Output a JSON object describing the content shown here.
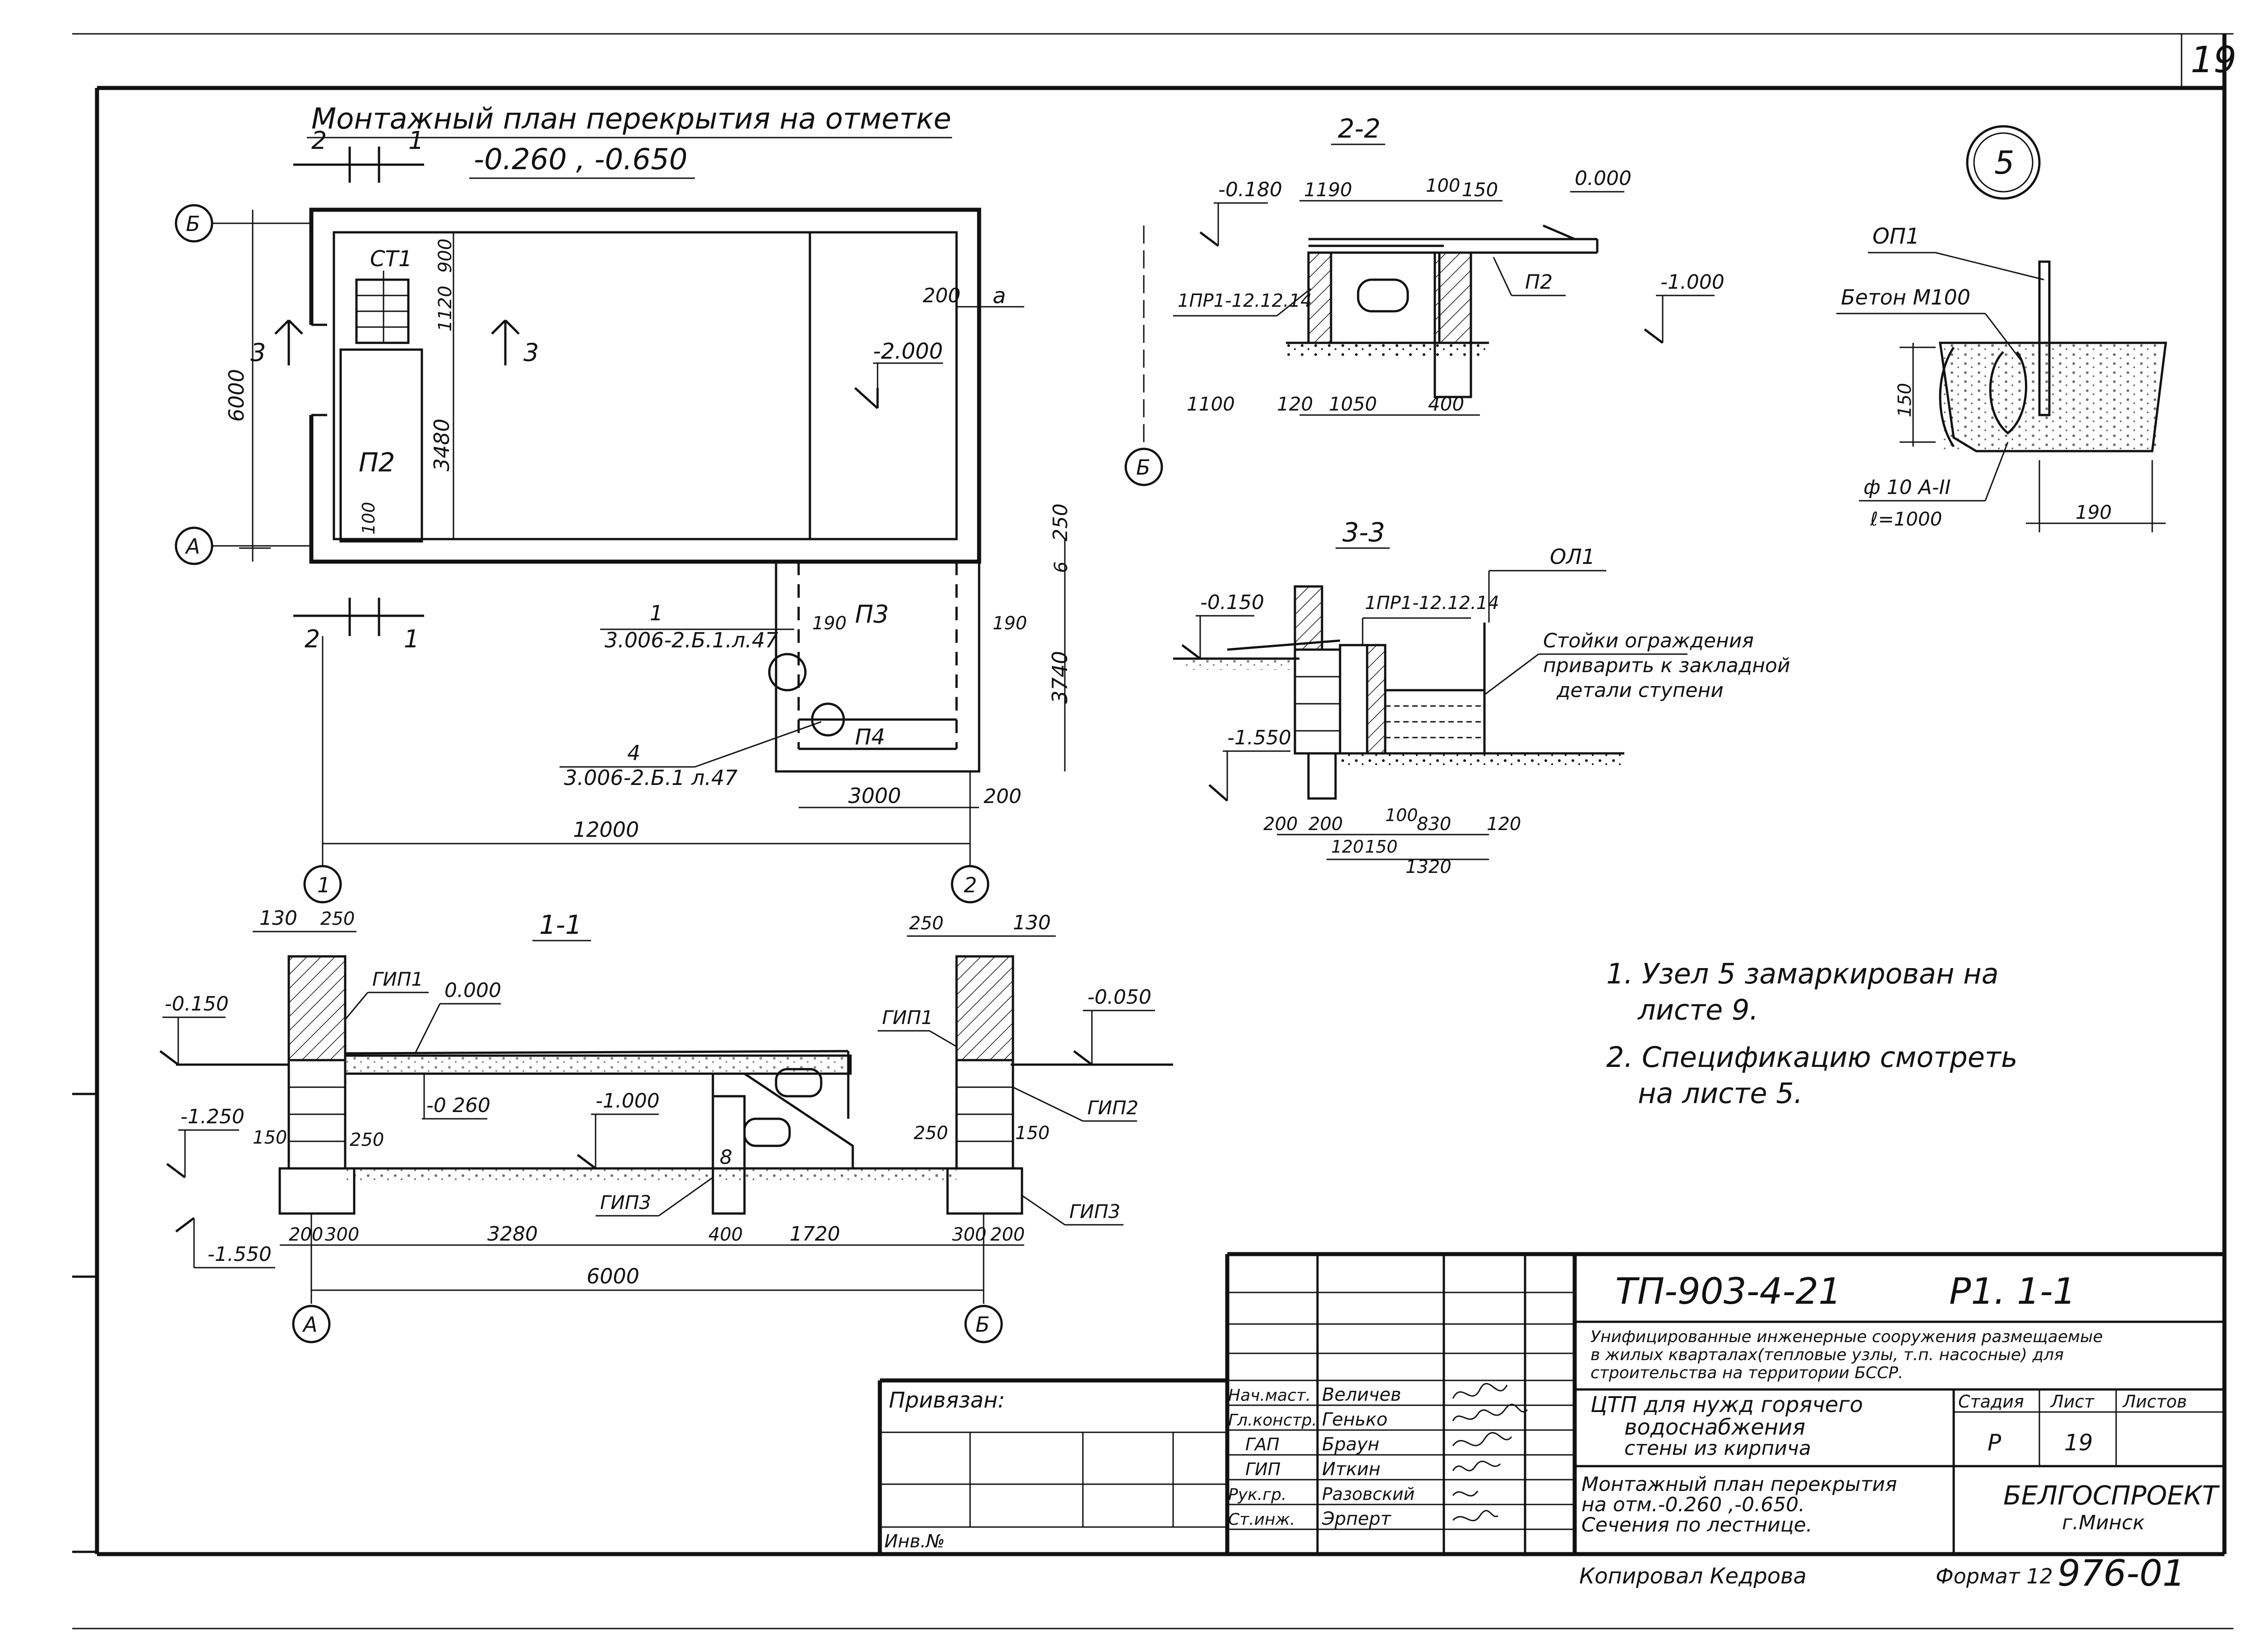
{
  "sheet": {
    "number": "19"
  },
  "plan": {
    "title": "Монтажный план перекрытия на отметке",
    "marks": "-0.260 , -0.650",
    "axes": {
      "b": "Б",
      "a": "А",
      "one": "1",
      "two": "2"
    },
    "section_labels": {
      "s2": "2",
      "s1": "1",
      "s3": "3"
    },
    "elements": {
      "st1": "СТ1",
      "p2": "П2",
      "p3": "П3",
      "p4": "П4"
    },
    "dims": {
      "d6000": "6000",
      "d3480": "3480",
      "d900": "900",
      "d1120": "1120",
      "d100": "100",
      "d200": "200",
      "da": "а",
      "d250": "250",
      "d6": "6",
      "d3740": "3740",
      "d190a": "190",
      "d190b": "190",
      "d3000": "3000",
      "d200b": "200",
      "d12000": "12000"
    },
    "elev_m2000": "-2.000",
    "callout1": {
      "num": "1",
      "ref": "3.006-2.Б.1.л.47"
    },
    "callout4": {
      "num": "4",
      "ref": "3.006-2.Б.1 л.47"
    }
  },
  "section22": {
    "title": "2-2",
    "elev_m0180": "-0.180",
    "elev_0000": "0.000",
    "elev_m1000": "-1.000",
    "dims": {
      "d1190": "1190",
      "d100": "100",
      "d150": "150",
      "d1100": "1100",
      "d120": "120",
      "d1050": "1050",
      "d400": "400"
    },
    "label_pr": "1ПР1-12.12.14",
    "label_p2": "П2",
    "axis": "Б"
  },
  "node5": {
    "circle": "5",
    "op1": "ОП1",
    "beton": "Бетон М100",
    "d150": "150",
    "rebar": "ф 10 А-II",
    "length": "ℓ=1000",
    "d190": "190"
  },
  "section33": {
    "title": "3-3",
    "elev_m0150": "-0.150",
    "elev_m1550": "-1.550",
    "label_pr": "1ПР1-12.12.14",
    "label_ol1": "ОЛ1",
    "note_line1": "Стойки ограждения",
    "note_line2": "приварить к закладной",
    "note_line3": "детали ступени",
    "dims": {
      "d200a": "200",
      "d200b": "200",
      "d100": "100",
      "d830": "830",
      "d120a": "120",
      "d120b": "120",
      "d150": "150",
      "d1320": "1320"
    }
  },
  "section11": {
    "title": "1-1",
    "elev_m0150": "-0.150",
    "elev_0000": "0.000",
    "elev_m0050": "-0.050",
    "elev_m0260": "-0 260",
    "elev_m1000": "-1.000",
    "elev_m1250": "-1.250",
    "elev_m1550": "-1.550",
    "labels": {
      "gip1a": "ГИП1",
      "gip1b": "ГИП1",
      "gip2": "ГИП2",
      "gip3a": "ГИП3",
      "gip3b": "ГИП3",
      "b8": "8"
    },
    "dims": {
      "d130a": "130",
      "d250a": "250",
      "d250b": "250",
      "d130b": "130",
      "d150a": "150",
      "d250c": "250",
      "d250d": "250",
      "d150b": "150",
      "d200a": "200",
      "d300a": "300",
      "d3280": "3280",
      "d400": "400",
      "d1720": "1720",
      "d300b": "300",
      "d200b": "200",
      "d6000": "6000"
    },
    "axes": {
      "a": "А",
      "b": "Б"
    }
  },
  "notes": [
    "1. Узел 5 замаркирован на",
    "листе 9.",
    "2. Спецификацию смотреть",
    "на листе 5."
  ],
  "title_block": {
    "project_code": "ТП-903-4-21",
    "sheet_code": "Р1. 1-1",
    "description_l1": "Унифицированные инженерные сооружения размещаемые",
    "description_l2": "в жилых кварталах(тепловые узлы, т.п. насосные) для",
    "description_l3": "строительства на территории БССР.",
    "object_l1": "ЦТП для нужд горячего",
    "object_l2": "водоснабжения",
    "object_l3": "стены из кирпича",
    "drawing_l1": "Монтажный план перекрытия",
    "drawing_l2": "на отм.-0.260 ,-0.650.",
    "drawing_l3": "Сечения по лестнице.",
    "stage_header": "Стадия",
    "sheet_header": "Лист",
    "sheets_header": "Листов",
    "stage": "Р",
    "sheet": "19",
    "org": "БЕЛГОСПРОЕКТ",
    "city": "г.Минск",
    "privyazan": "Привязан:",
    "inv": "Инв.№",
    "roles": [
      "Нач.маст.",
      "Гл.констр.",
      "ГАП",
      "ГИП",
      "Рук.гр.",
      "Ст.инж."
    ],
    "names": [
      "Величев",
      "Генько",
      "Браун",
      "Иткин",
      "Разовский",
      "Эрперт"
    ],
    "copied": "Копировал  Кедрова",
    "format_label": "Формат 12",
    "archive_no": "976-01"
  }
}
